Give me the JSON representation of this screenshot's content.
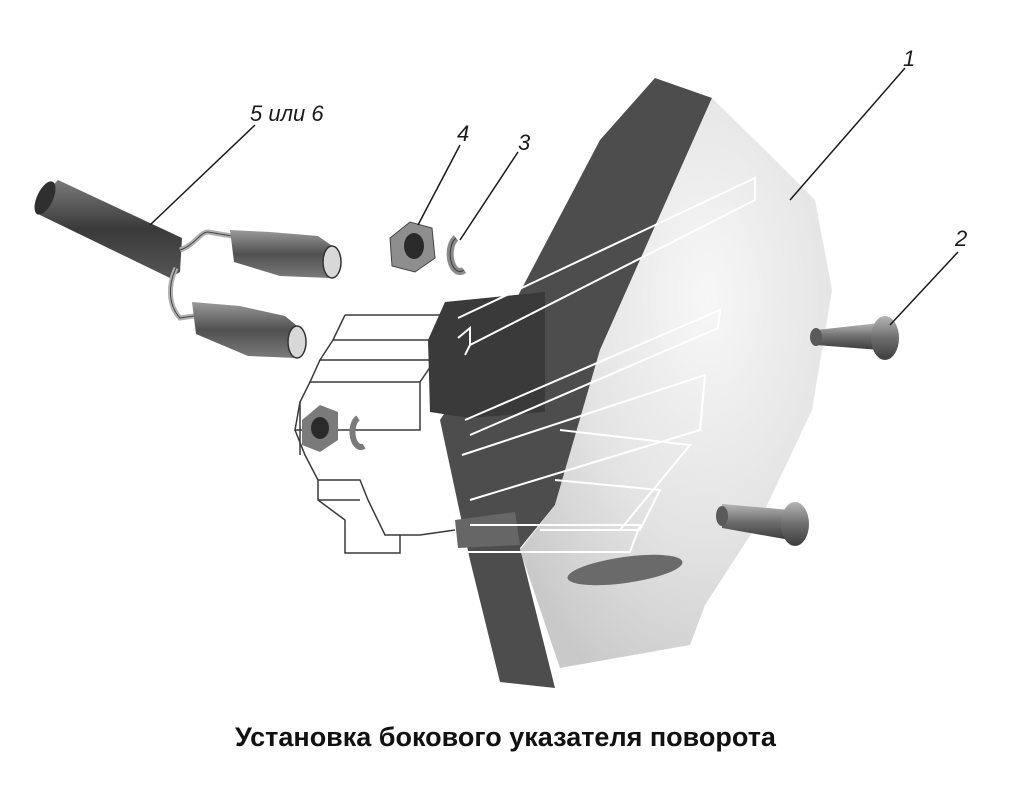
{
  "caption": "Установка бокового указателя поворота",
  "callouts": {
    "c1": "1",
    "c2": "2",
    "c3": "3",
    "c4": "4",
    "c5": "5 или 6"
  },
  "colors": {
    "housing_dark": "#4a4a4a",
    "lens_light": "#e6e6e6",
    "metal": "#8a8a8a",
    "outline": "#1a1a1a"
  }
}
